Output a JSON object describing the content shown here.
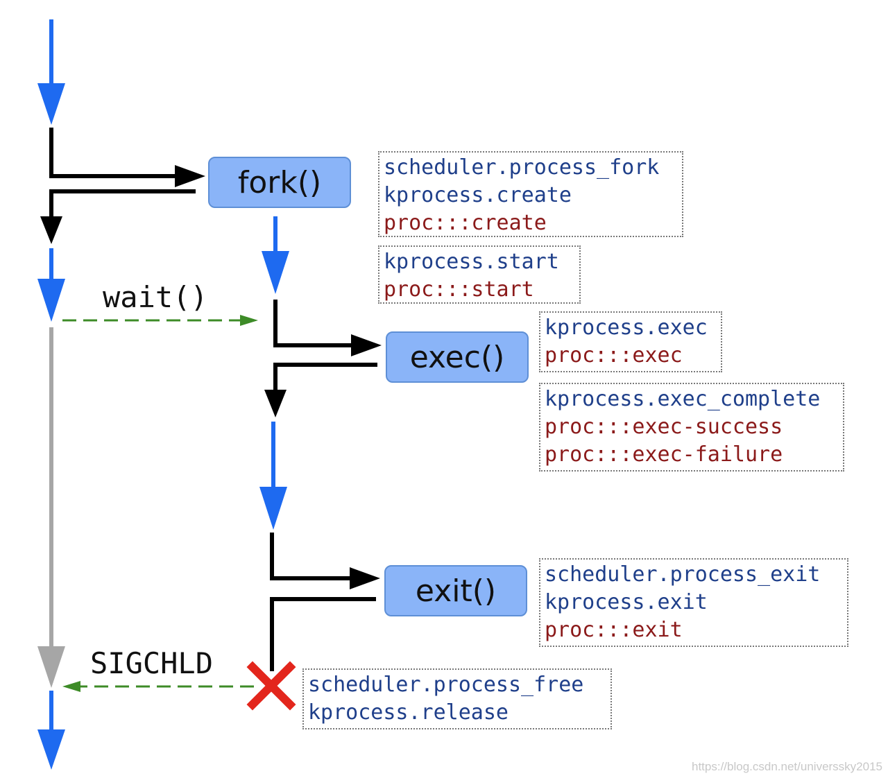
{
  "colors": {
    "thread_blue": "#1e6af0",
    "flow_black": "#000000",
    "waiting_gray": "#a6a6a6",
    "signal_green": "#3d8b27",
    "terminate_red": "#e3261c",
    "stap_probe": "#1f3f8a",
    "dtrace_probe": "#8b1a1a"
  },
  "calls": {
    "fork": "fork()",
    "exec": "exec()",
    "exit": "exit()"
  },
  "labels": {
    "wait": "wait()",
    "sigchld": "SIGCHLD"
  },
  "probes": {
    "fork": [
      "scheduler.process_fork",
      "kprocess.create",
      "proc:::create"
    ],
    "start": [
      "kprocess.start",
      "proc:::start"
    ],
    "exec": [
      "kprocess.exec",
      "proc:::exec"
    ],
    "exec_complete": [
      "kprocess.exec_complete",
      "proc:::exec-success",
      "proc:::exec-failure"
    ],
    "exit": [
      "scheduler.process_exit",
      "kprocess.exit",
      "proc:::exit"
    ],
    "free": [
      "scheduler.process_free",
      "kprocess.release"
    ]
  },
  "icons": {
    "terminate": "red-x-icon"
  },
  "watermark": "https://blog.csdn.net/universsky2015"
}
